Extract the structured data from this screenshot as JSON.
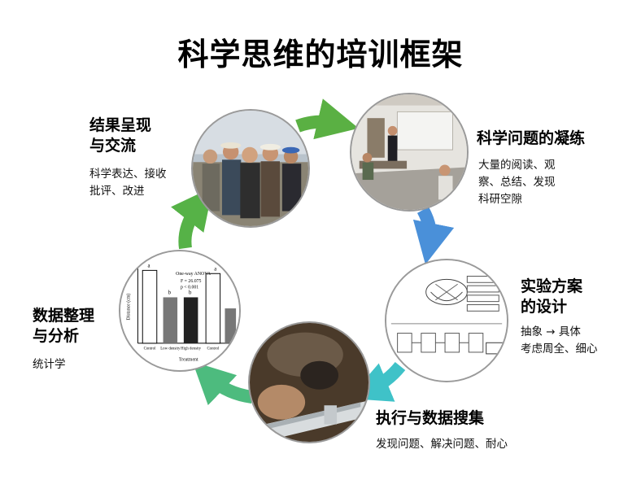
{
  "title": "科学思维的培训框架",
  "stages": {
    "questions": {
      "heading": "科学问题的凝练",
      "desc": [
        "大量的阅读、观",
        "察、总结、发现",
        "科研空隙"
      ]
    },
    "design": {
      "heading": [
        "实验方案",
        "的设计"
      ],
      "desc": [
        "抽象 → 具体",
        "考虑周全、细心"
      ]
    },
    "execution": {
      "heading": "执行与数据搜集",
      "desc": "发现问题、解决问题、耐心"
    },
    "analysis": {
      "heading": [
        "数据整理",
        "与分析"
      ],
      "desc": "统计学"
    },
    "presentation": {
      "heading": [
        "结果呈现",
        "与交流"
      ],
      "desc": [
        "科学表达、接收",
        "批评、改进"
      ]
    }
  },
  "arrow_colors": {
    "presentation_to_questions": "#5ab043",
    "questions_to_design": "#4a90d9",
    "design_to_execution": "#3fc2c8",
    "execution_to_analysis": "#4dbb7e",
    "analysis_to_presentation": "#56b247"
  },
  "photo_contents": {
    "presentation": "group-photo",
    "questions": "classroom-photo",
    "design": "experiment-diagram",
    "execution": "field-measurement-photo",
    "analysis": "bar-chart",
    "analysis_chart_labels": {
      "ylabel": "Distance (cm)",
      "xlabel": "Treatment",
      "categories": [
        "Control",
        "Low density",
        "High density",
        "Control"
      ],
      "letters": [
        "a",
        "b",
        "b",
        "a"
      ],
      "stats": [
        "One-way ANOVA",
        "F = 26.075",
        "p < 0.001"
      ]
    }
  }
}
